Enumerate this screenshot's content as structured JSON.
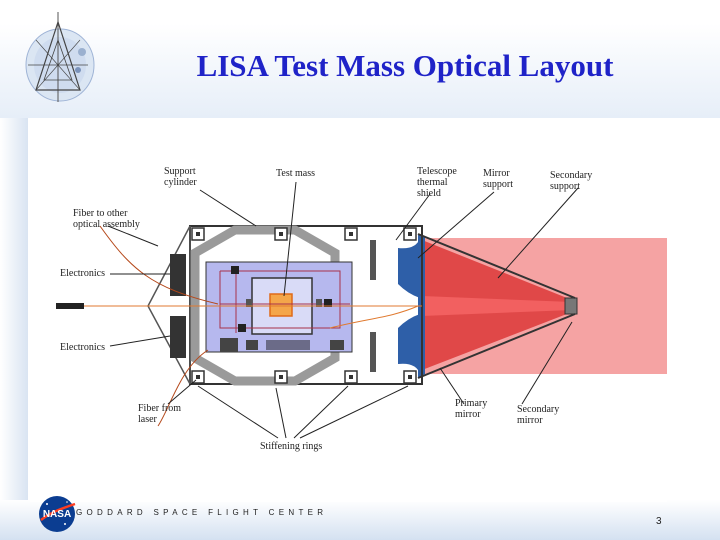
{
  "slide": {
    "title": "LISA Test Mass Optical Layout",
    "footer": "GODDARD SPACE FLIGHT CENTER",
    "page_number": "3"
  },
  "diagram": {
    "labels": {
      "support_cylinder": "Support\ncylinder",
      "test_mass": "Test mass",
      "telescope_thermal_shield": "Telescope\nthermal\nshield",
      "mirror_support": "Mirror\nsupport",
      "secondary_support": "Secondary\nsupport",
      "fiber_to_other": "Fiber to other\noptical assembly",
      "electronics_top": "Electronics",
      "electronics_bottom": "Electronics",
      "fiber_from_laser": "Fiber from\nlaser",
      "stiffening_rings": "Stiffening rings",
      "primary_mirror": "Primary\nmirror",
      "secondary_mirror": "Secondary\nmirror"
    }
  },
  "logos": {
    "nasa_text": "NASA"
  },
  "colors": {
    "title": "#1f23c8",
    "beam_light": "#f5a3a3",
    "beam_core": "#e83030",
    "mirror_red": "#e04848",
    "mirror_blue": "#2e5fa8",
    "bench": "#b6b8ee"
  }
}
